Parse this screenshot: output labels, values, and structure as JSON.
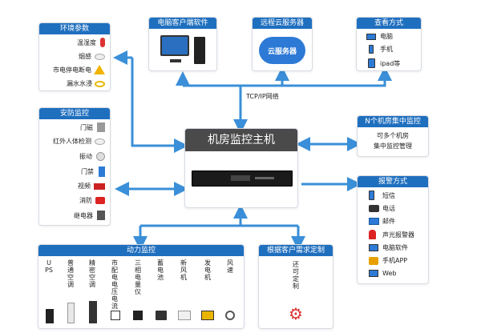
{
  "main_host": {
    "title": "机房监控主机"
  },
  "network_label": "TCP/IP网络",
  "environment": {
    "title": "环境参数",
    "items": [
      "温湿度",
      "烟感",
      "市电停电断电",
      "漏水水浸"
    ]
  },
  "security": {
    "title": "安防监控",
    "items": [
      "门磁",
      "红外人体检测",
      "振动",
      "门禁",
      "视频",
      "消防",
      "继电器"
    ]
  },
  "pc_client": {
    "title": "电脑客户端软件"
  },
  "cloud": {
    "title": "远程云服务器",
    "icon_text": "云服务器"
  },
  "view": {
    "title": "查看方式",
    "items": [
      "电脑",
      "手机",
      "ipad等"
    ]
  },
  "multi": {
    "title": "N个机房集中监控",
    "text1": "可多个机房",
    "text2": "集中监控管理"
  },
  "alarm": {
    "title": "报警方式",
    "items": [
      "短信",
      "电话",
      "邮件",
      "声光报警器",
      "电脑软件",
      "手机APP",
      "Web"
    ]
  },
  "power": {
    "title": "动力监控",
    "items": [
      "UPS",
      "普通空调",
      "精密空调",
      "市配电电压电流",
      "三相电量仪",
      "蓄电池",
      "新风机",
      "发电机",
      "风速"
    ]
  },
  "custom": {
    "title": "根据客户需求定制",
    "text": "还可定制"
  },
  "colors": {
    "brand_blue": "#1f6fbf",
    "arrow_blue": "#3a8fd8",
    "host_dark": "#4a4a4a"
  }
}
